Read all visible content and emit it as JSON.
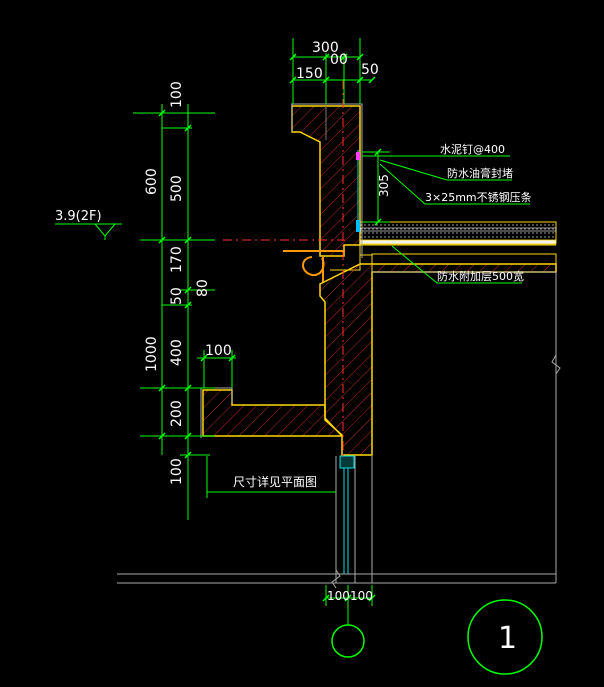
{
  "dimensions": {
    "top": {
      "total": "300",
      "left": "150",
      "mid": "00",
      "right": "50"
    },
    "left_chain": [
      "100",
      "600",
      "500",
      "170",
      "80",
      "50",
      "1000",
      "400",
      "200",
      "100"
    ],
    "gutter_width": "100",
    "bottom": [
      "100",
      "100"
    ],
    "parapet_height": "305"
  },
  "level_mark": "3.9(2F)",
  "annotations": {
    "nail": "水泥钉@400",
    "sealant": "防水油膏封堵",
    "strip": "3×25mm不锈钢压条",
    "waterproof": "防水附加层500宽",
    "size_note": "尺寸详见平面图"
  },
  "detail_number": "1",
  "colors": {
    "background": "#000000",
    "dim_line": "#00ff00",
    "text": "#ffffff",
    "concrete": "#ffd700",
    "hatch": "#e03030",
    "axis": "#ff3030",
    "glass": "#00e0e0",
    "highlight": "#ff9900",
    "magenta": "#ff40ff"
  }
}
